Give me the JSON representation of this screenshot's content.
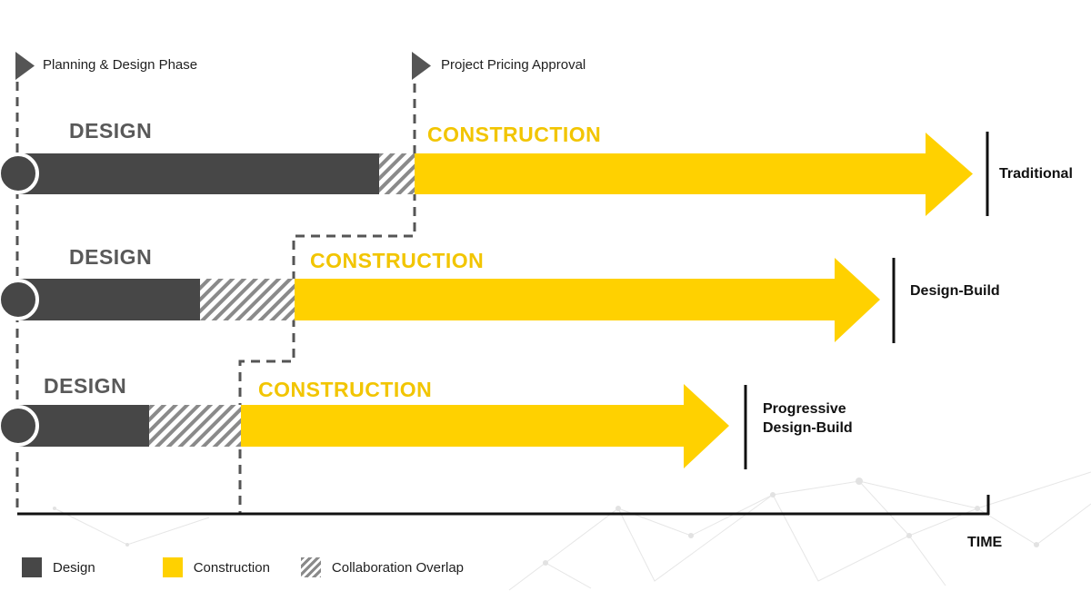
{
  "milestones": {
    "planning": "Planning & Design Phase",
    "pricing": "Project Pricing Approval"
  },
  "rows": [
    {
      "design_label": "DESIGN",
      "construction_label": "CONSTRUCTION",
      "method_lines": [
        "Traditional"
      ]
    },
    {
      "design_label": "DESIGN",
      "construction_label": "CONSTRUCTION",
      "method_lines": [
        "Design-Build"
      ]
    },
    {
      "design_label": "DESIGN",
      "construction_label": "CONSTRUCTION",
      "method_lines": [
        "Progressive",
        "Design-Build"
      ]
    }
  ],
  "axis": {
    "label": "TIME"
  },
  "legend": {
    "design": "Design",
    "construction": "Construction",
    "overlap": "Collaboration Overlap"
  },
  "colors": {
    "design": "#474747",
    "construction": "#ffd100",
    "construction_text": "#f2c500",
    "overlap_stripe": "#8a8a8a",
    "dashed_line": "#555555"
  }
}
